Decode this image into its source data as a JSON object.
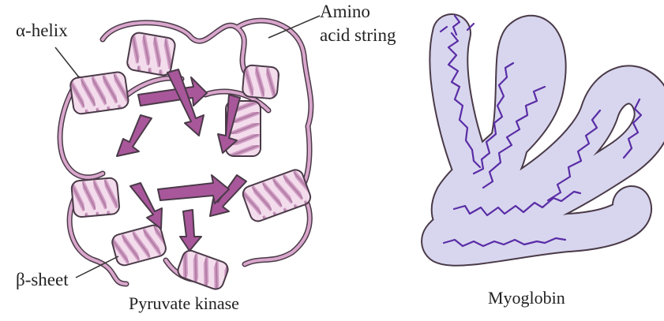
{
  "labels": {
    "alpha_helix": "α-helix",
    "amino_acid_string": [
      "Amino",
      "acid string"
    ],
    "beta_sheet": "β-sheet"
  },
  "captions": {
    "left": "Pyruvate kinase",
    "right": "Myoglobin"
  },
  "colors": {
    "helix_dark": "#c88cba",
    "helix_light": "#f2d8ea",
    "sheet_arrow": "#a9579b",
    "tube_fill": "#d7d6ee",
    "chain": "#5a2ca6",
    "outline": "#4a3a48"
  }
}
